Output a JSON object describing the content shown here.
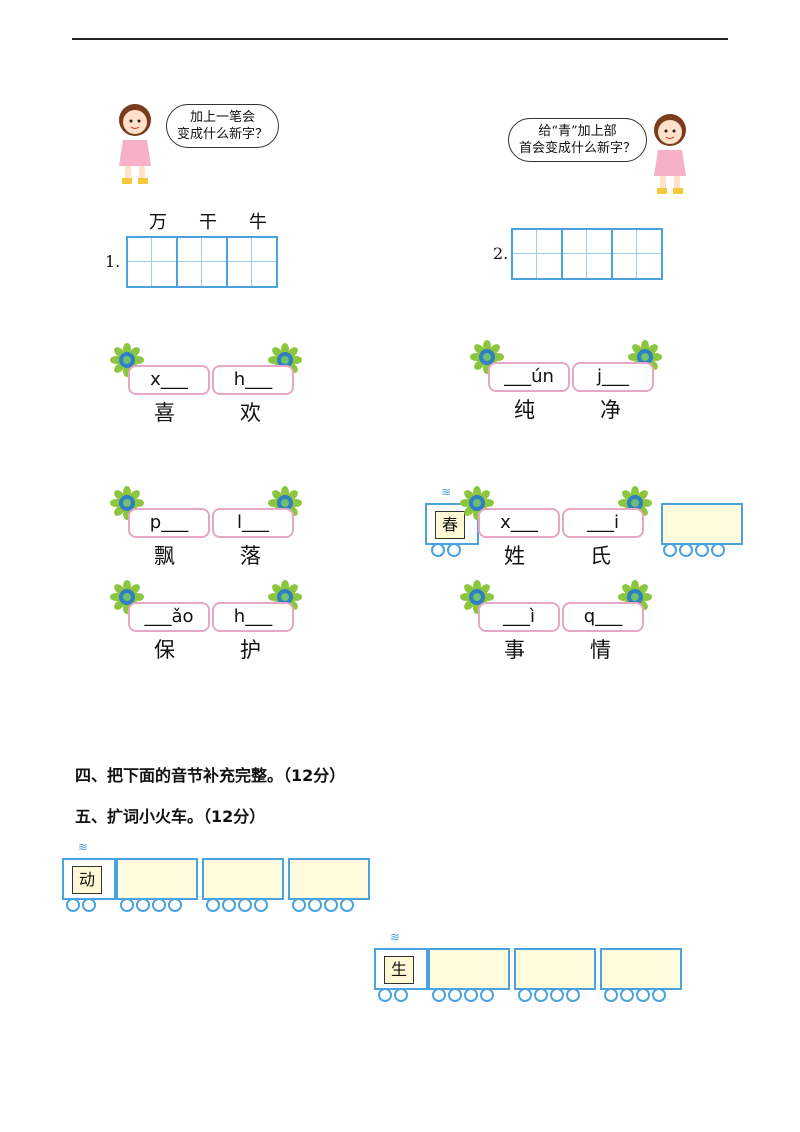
{
  "bubble_1": "加上一笔会\n变成什么新字？",
  "bubble_2": "给“青”加上部\n首会变成什么新字？",
  "grid_1": {
    "num": "1.",
    "chars": [
      "万",
      "干",
      "牛"
    ]
  },
  "grid_2": {
    "num": "2."
  },
  "words": [
    {
      "py_left": "x___",
      "py_right": "h___",
      "hz_left": "喜",
      "hz_right": "欢"
    },
    {
      "py_left": "___ún",
      "py_right": "j___",
      "hz_left": "纯",
      "hz_right": "净"
    },
    {
      "py_left": "p___",
      "py_right": "l___",
      "hz_left": "飘",
      "hz_right": "落"
    },
    {
      "py_left": "x___",
      "py_right": "___i",
      "hz_left": "姓",
      "hz_right": "氏"
    },
    {
      "py_left": "___ǎo",
      "py_right": "h___",
      "hz_left": "保",
      "hz_right": "护"
    },
    {
      "py_left": "___ì",
      "py_right": "q___",
      "hz_left": "事",
      "hz_right": "情"
    }
  ],
  "partial_train_char": "春",
  "section_4": "四、把下面的音节补充完整。（12分）",
  "section_5": "五、扩词小火车。（12分）",
  "trains": [
    {
      "char": "动"
    },
    {
      "char": "生"
    }
  ],
  "colors": {
    "accent": "#4aa3df",
    "pink": "#e6a7c4",
    "car_fill": "#fffbdc"
  }
}
